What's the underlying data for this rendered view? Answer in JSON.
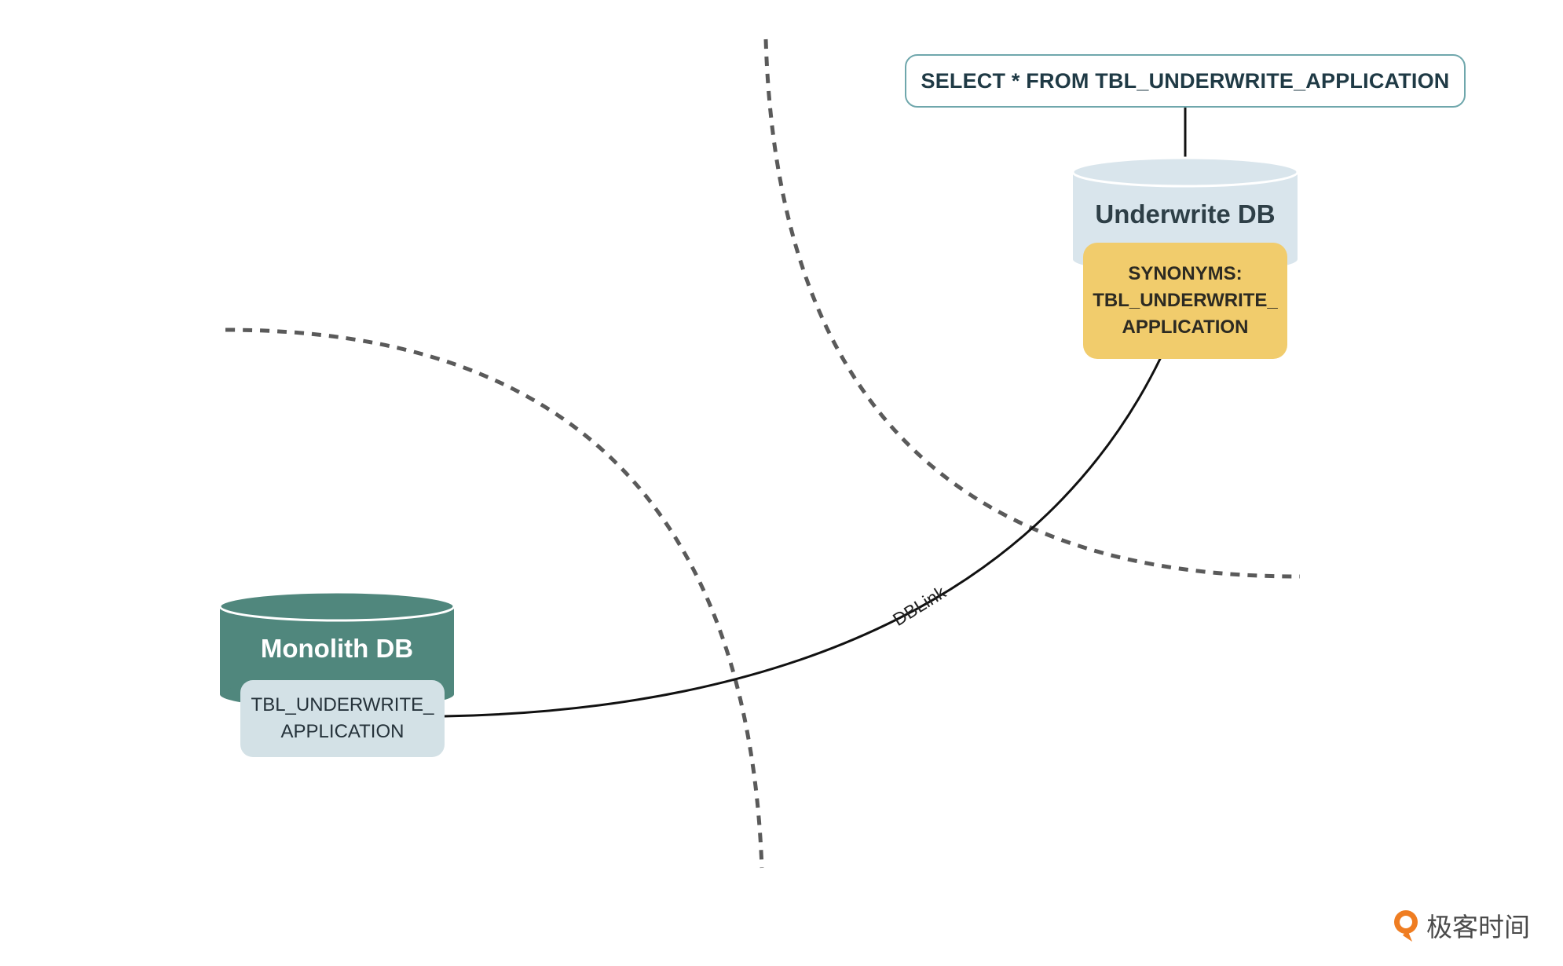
{
  "diagram": {
    "query_box": {
      "text": "SELECT * FROM TBL_UNDERWRITE_APPLICATION"
    },
    "underwrite_db": {
      "title": "Underwrite DB",
      "synonym_lines": [
        "SYNONYMS:",
        "TBL_UNDERWRITE_",
        "APPLICATION"
      ]
    },
    "monolith_db": {
      "title": "Monolith DB",
      "table_lines": [
        "TBL_UNDERWRITE_",
        "APPLICATION"
      ]
    },
    "link": {
      "label": "DBLink"
    }
  },
  "branding": {
    "text": "极客时间"
  },
  "colors": {
    "monolith_db": "#50877d",
    "underwrite_db": "#d9e5ec",
    "synonym_card": "#f1cc6c",
    "table_card": "#d3e1e6",
    "query_border": "#6fa7ac",
    "dashed_boundary": "#5a5a5a",
    "connector": "#111111",
    "brand_orange": "#ef7d22"
  },
  "icons": {
    "brand_mark": "geekbang-logo-icon"
  }
}
